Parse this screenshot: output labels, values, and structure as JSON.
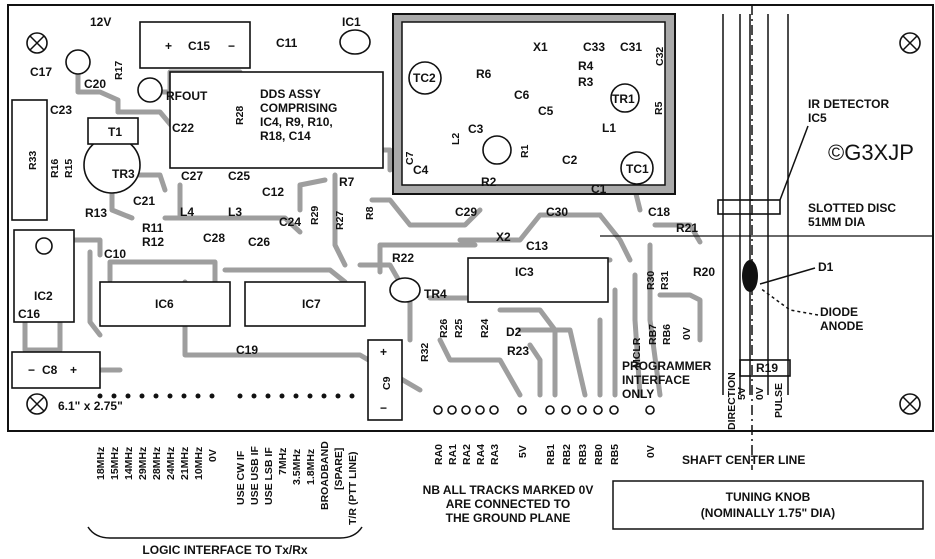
{
  "board": {
    "size_label": "6.1\" x 2.75\"",
    "copyright": "©G3XJP"
  },
  "components": {
    "labels": [
      "12V",
      "C15",
      "IC1",
      "C11",
      "C17",
      "R17",
      "C20",
      "RFOUT",
      "T1",
      "C22",
      "R33",
      "C23",
      "R15",
      "R16",
      "TR3",
      "R28",
      "C27",
      "C25",
      "C12",
      "C21",
      "L4",
      "L3",
      "C24",
      "R13",
      "R11",
      "R12",
      "C28",
      "C26",
      "R7",
      "R29",
      "R27",
      "R8",
      "C10",
      "IC2",
      "C16",
      "C8",
      "IC6",
      "IC7",
      "C19",
      "R22",
      "TR4",
      "C9",
      "R32",
      "R26",
      "R25",
      "R24",
      "D2",
      "R23",
      "X1",
      "C33",
      "C31",
      "C32",
      "TC2",
      "R6",
      "R4",
      "R3",
      "TR1",
      "R5",
      "C6",
      "C5",
      "L2",
      "L1",
      "C3",
      "R1",
      "C2",
      "C7",
      "C4",
      "R2",
      "TC1",
      "C1",
      "C29",
      "C30",
      "C18",
      "X2",
      "C13",
      "R21",
      "IC3",
      "R30",
      "R31",
      "R20",
      "R19",
      "D1"
    ],
    "dds_title": "DDS ASSY COMPRISING IC4, R9, R10, R18, C14",
    "c15_plus": "+",
    "c15_minus": "−",
    "c8_minus": "−",
    "c8_plus": "+",
    "c9_plus": "+",
    "c9_minus": "−"
  },
  "annotations": {
    "ir_detector": "IR DETECTOR IC5",
    "slotted_disc": "SLOTTED DISC 51MM DIA",
    "d1": "D1",
    "diode_anode": "DIODE ANODE",
    "shaft_center": "SHAFT CENTER LINE",
    "tuning_knob": "TUNING KNOB (NOMINALLY 1.75\" DIA)",
    "programmer": "PROGRAMMER INTERFACE ONLY",
    "ground_note": "NB ALL TRACKS MARKED 0V ARE CONNECTED TO THE GROUND PLANE",
    "logic_interface": "LOGIC INTERFACE TO Tx/Rx"
  },
  "pin_labels": {
    "board_right": [
      "MCLR",
      "RB7",
      "RB6",
      "0V"
    ],
    "shaft": [
      "DIRECTION",
      "5V",
      "0V",
      "PULSE"
    ],
    "logic": [
      "18MHz",
      "15MHz",
      "14MHz",
      "29MHz",
      "28MHz",
      "24MHz",
      "21MHz",
      "10MHz",
      "0V",
      "USE CW IF",
      "USE USB IF",
      "USE LSB IF",
      "7MHz",
      "3.5MHz",
      "1.8MHz",
      "BROADBAND",
      "[SPARE]",
      "T/R (PTT LINE)"
    ],
    "programmer": [
      "RA0",
      "RA1",
      "RA2",
      "RA4",
      "RA3",
      "5V",
      "RB1",
      "RB2",
      "RB3",
      "RB0",
      "RB5",
      "0V"
    ]
  }
}
